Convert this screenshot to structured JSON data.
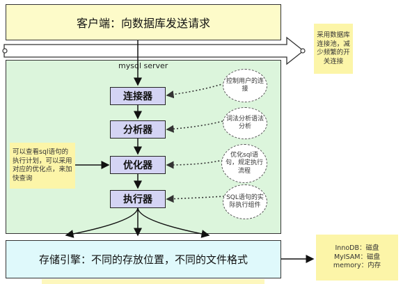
{
  "client": {
    "label": "客户端：向数据库发送请求"
  },
  "server": {
    "label": "mysql server"
  },
  "components": [
    {
      "label": "连接器"
    },
    {
      "label": "分析器"
    },
    {
      "label": "优化器"
    },
    {
      "label": "执行器"
    }
  ],
  "clouds": [
    {
      "text": "控制用户的连接"
    },
    {
      "text": "词法分析语法分析"
    },
    {
      "text": "优化sql语句，规定执行流程"
    },
    {
      "text": "SQL语句的实际执行组件"
    }
  ],
  "notes": {
    "pool": "采用数据库连接池，减少频繁的开关连接",
    "explain": "可以查看sql语句的执行计划，可以采用对应的优化点，来加快查询",
    "engines": [
      "InnoDB：磁盘",
      "MyISAM：磁盘",
      "memory：内存"
    ]
  },
  "storage": {
    "label": "存储引擎：不同的存放位置，不同的文件格式"
  },
  "colors": {
    "client_bg": "#fdfbc9",
    "server_bg": "#dcf5dc",
    "component_bg": "#d4d4f4",
    "storage_bg": "#dff9fb",
    "note_bg": "#fcf5a8"
  }
}
